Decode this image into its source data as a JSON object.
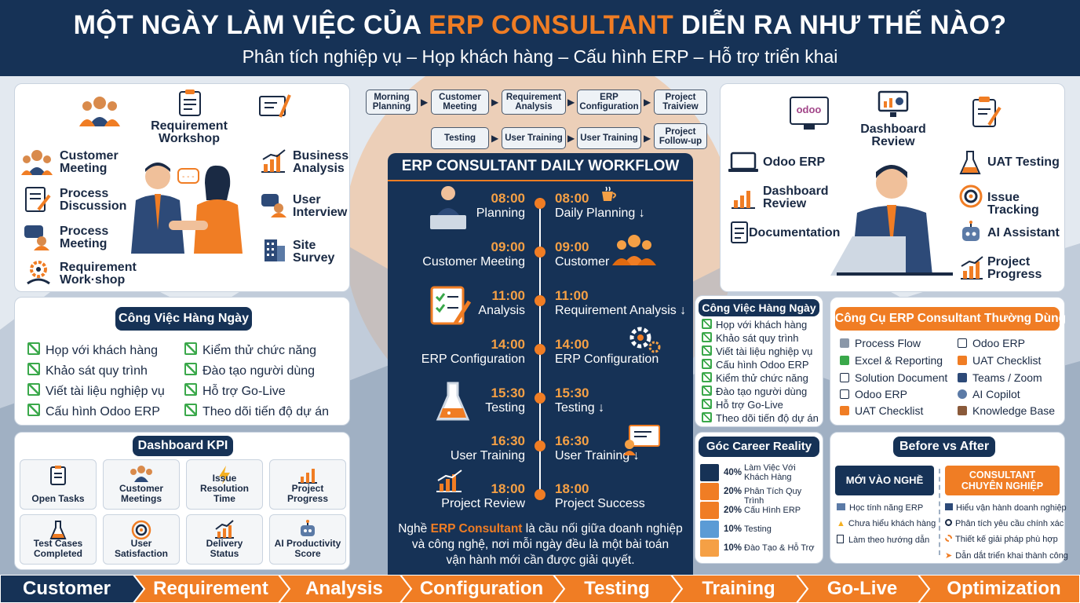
{
  "header": {
    "title_pre": "MỘT NGÀY LÀM VIỆC CỦA ",
    "title_hl": "ERP CONSULTANT",
    "title_post": " DIỄN RA NHƯ THẾ NÀO?",
    "subtitle": "Phân tích nghiệp vụ – Họp khách hàng – Cấu hình ERP – Hỗ trợ triển khai"
  },
  "left_top": {
    "req_workshop": "Requirement\nWorkshop",
    "customer_meeting": "Customer\nMeeting",
    "process_discussion": "Process\nDiscussion",
    "process_meeting": "Process\nMeeting",
    "req_workshop2": "Requirement\nWork·shop",
    "business_analysis": "Business\nAnalysis",
    "user_interview": "User\nInterview",
    "site_survey": "Site\nSurvey"
  },
  "daily_tasks": {
    "title": "Công Việc Hàng Ngày",
    "left": [
      "Họp với khách hàng",
      "Khảo sát quy trình",
      "Viết tài liệu nghiệp vụ",
      "Cấu hình Odoo ERP"
    ],
    "right": [
      "Kiểm thử chức năng",
      "Đào tạo người dùng",
      "Hỗ trợ Go-Live",
      "Theo dõi tiến độ dự án"
    ]
  },
  "kpi": {
    "title": "Dashboard KPI",
    "items": [
      "Open Tasks",
      "Customer\nMeetings",
      "Issue Resolution\nTime",
      "Project\nProgress",
      "Test Cases\nCompleted",
      "User\nSatisfaction",
      "Delivery\nStatus",
      "AI Productivity\nScore"
    ]
  },
  "flow": {
    "row1": [
      "Morning\nPlanning",
      "Customer\nMeeting",
      "Requirement\nAnalysis",
      "ERP\nConfiguration",
      "Project\nTraiview"
    ],
    "row2": [
      "Testing",
      "User Training",
      "User Training",
      "Project\nFollow-up"
    ]
  },
  "workflow": {
    "title": "ERP CONSULTANT DAILY WORKFLOW",
    "rows": [
      {
        "lt": "08:00",
        "ll": "Planning",
        "rt": "08:00",
        "rl": "Daily Planning ↓"
      },
      {
        "lt": "09:00",
        "ll": "Customer Meeting",
        "rt": "09:00",
        "rl": "Customer"
      },
      {
        "lt": "11:00",
        "ll": "Analysis",
        "rt": "11:00",
        "rl": "Requirement Analysis ↓"
      },
      {
        "lt": "14:00",
        "ll": "ERP Configuration",
        "rt": "14:00",
        "rl": "ERP Configuration"
      },
      {
        "lt": "15:30",
        "ll": "Testing",
        "rt": "15:30",
        "rl": "Testing ↓"
      },
      {
        "lt": "16:30",
        "ll": "User Training",
        "rt": "16:30",
        "rl": "User Training ↓"
      },
      {
        "lt": "18:00",
        "ll": "Project Review",
        "rt": "18:00",
        "rl": "Project Success"
      }
    ],
    "footer_pre": "Nghề ",
    "footer_hl": "ERP Consultant",
    "footer_l1": " là cầu nối giữa doanh nghiệp",
    "footer_l2": "và công nghệ, nơi mỗi ngày đều là một bài toán",
    "footer_l3": "vận hành mới cần được giải quyết."
  },
  "right_top": {
    "odoo_logo": "odoo",
    "dashboard_review": "Dashboard\nReview",
    "odoo_erp": "Odoo ERP",
    "dashboard_review2": "Dashboard\nReview",
    "documentation": "Documentation",
    "uat_testing": "UAT Testing",
    "issue_tracking": "Issue Tracking",
    "ai_assistant": "AI Assistant",
    "project_progress": "Project\nProgress"
  },
  "daily_tasks_small": {
    "title": "Công Việc Hàng Ngày",
    "items": [
      "Họp với khách hàng",
      "Khảo sát quy trình",
      "Viết tài liệu nghiệp vụ",
      "Cấu hình Odoo ERP",
      "Kiểm thử chức năng",
      "Đào tạo người dùng",
      "Hỗ trợ Go-Live",
      "Theo dõi tiến độ dự án"
    ]
  },
  "tools": {
    "title": "Công Cụ ERP Consultant Thường Dùng",
    "left": [
      "Process Flow",
      "Excel & Reporting",
      "Solution Document",
      "Odoo ERP",
      "UAT Checklist"
    ],
    "right": [
      "Odoo ERP",
      "UAT Checklist",
      "Teams / Zoom",
      "AI Copilot",
      "Knowledge Base"
    ]
  },
  "career": {
    "title": "Góc Career Reality",
    "items": [
      {
        "pct": "40%",
        "label": "Làm Việc Với\nKhách Hàng",
        "value": 40
      },
      {
        "pct": "20%",
        "label": "Phân Tích Quy Trình",
        "value": 20
      },
      {
        "pct": "20%",
        "label": "Cấu Hình ERP",
        "value": 20
      },
      {
        "pct": "10%",
        "label": "Testing",
        "value": 10
      },
      {
        "pct": "10%",
        "label": "Đào Tạo & Hỗ Trợ",
        "value": 10
      }
    ]
  },
  "before_after": {
    "title": "Before vs After",
    "before_title": "MỚI VÀO NGHỀ",
    "after_title": "CONSULTANT\nCHUYÊN NGHIỆP",
    "before": [
      "Học tính năng ERP",
      "Chưa hiểu khách hàng",
      "Làm theo hướng dẫn"
    ],
    "after": [
      "Hiểu vận hành doanh nghiệp",
      "Phân tích yêu cầu chính xác",
      "Thiết kế giải pháp phù hợp",
      "Dẫn dắt triển khai thành công"
    ]
  },
  "steps": [
    "Customer",
    "Requirement",
    "Analysis",
    "Configuration",
    "Testing",
    "Training",
    "Go-Live",
    "Optimization"
  ],
  "colors": {
    "navy": "#163256",
    "orange": "#f07d24",
    "green": "#3aa84a"
  }
}
